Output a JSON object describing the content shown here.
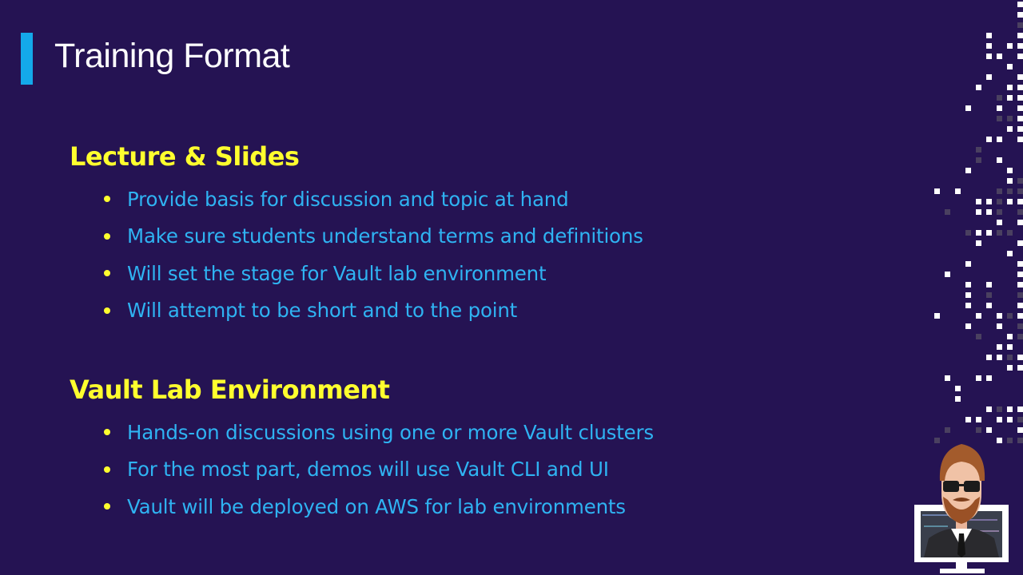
{
  "slide": {
    "title": "Training Format",
    "sections": [
      {
        "heading": "Lecture & Slides",
        "bullets": [
          "Provide basis for discussion and topic at hand",
          "Make sure students understand terms and definitions",
          "Will set the stage for Vault lab environment",
          "Will attempt to be short and to the point"
        ]
      },
      {
        "heading": "Vault Lab Environment",
        "bullets": [
          "Hands-on discussions using one or more Vault clusters",
          "For the most part, demos will use Vault CLI and UI",
          "Vault will be deployed on AWS for lab environments"
        ]
      }
    ]
  },
  "decor": {
    "background_color": "#251353",
    "accent_color": "#14a9ea",
    "heading_color": "#ffff2e",
    "bullet_text_color": "#2fb3f2",
    "pixel_pattern": "pixel-dots-decoration",
    "presenter_avatar": "presenter-avatar-icon"
  }
}
